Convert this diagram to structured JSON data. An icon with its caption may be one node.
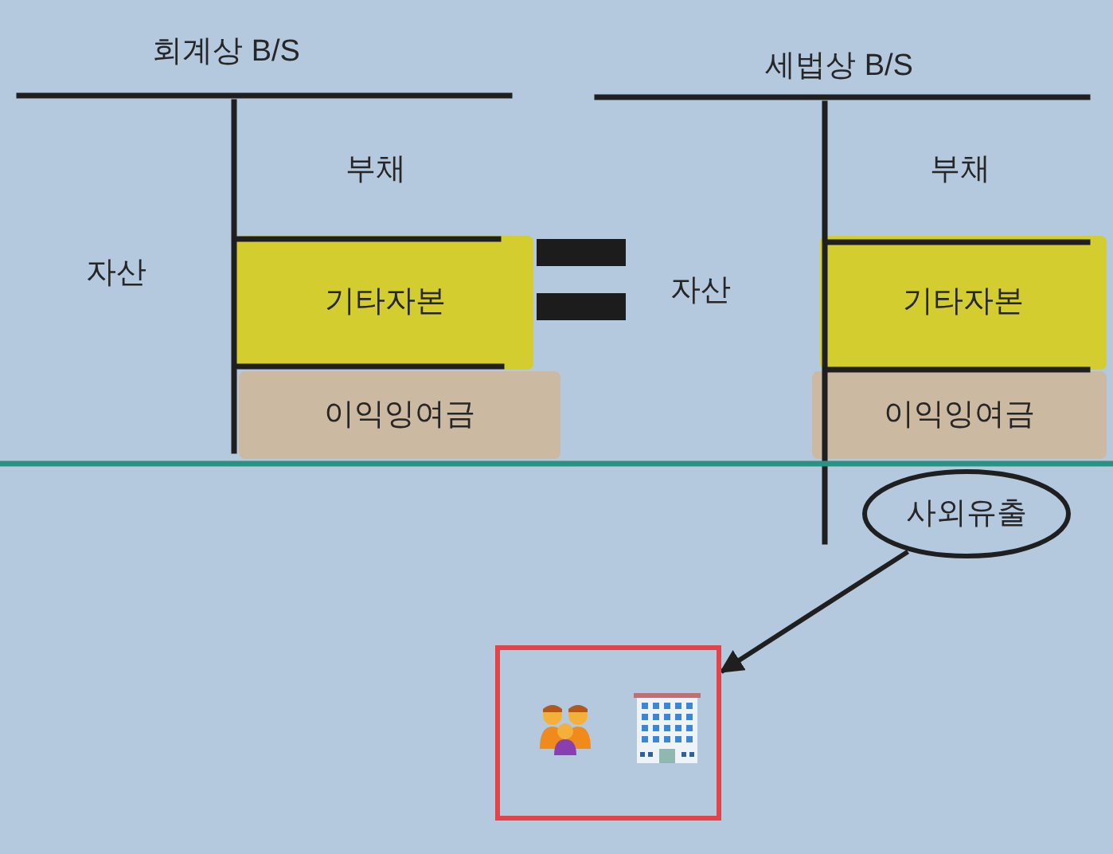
{
  "diagram": {
    "nodes": [
      {
        "text": [
          "기타자본"
        ]
      },
      {
        "text": [
          "이익잉여금"
        ]
      },
      {
        "text": [
          "기타자본"
        ]
      },
      {
        "text": [
          "이익잉여금"
        ]
      },
      {
        "text": [
          "사외유출"
        ]
      },
      {
        "text": [],
        "shape": "box"
      }
    ],
    "edges": [
      {
        "from": 4,
        "to": 5,
        "arrow": "to"
      }
    ],
    "labels": [
      "회계상 B/S",
      "세법상 B/S",
      "부채",
      "부채",
      "자산",
      "자산"
    ]
  }
}
